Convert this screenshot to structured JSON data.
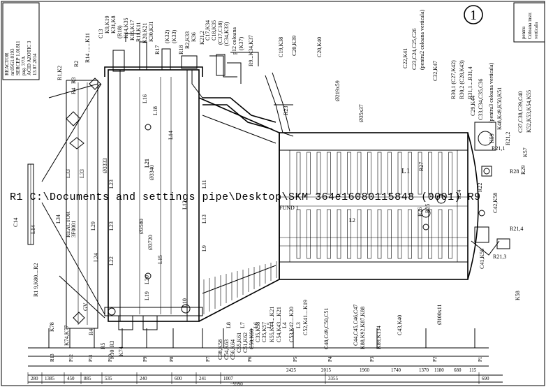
{
  "title_block": {
    "lines": [
      "REACTOR",
      "nr.05G1.0193",
      "SERCEP 1.01811",
      "pag. 7/7A",
      "ACID AZOTIC 3",
      "13.07.2014"
    ]
  },
  "sheet_number": "1",
  "top_right_note": [
    "pentru",
    "Coloana instr.",
    "verticala"
  ],
  "path_overlay": "R1 C:\\Documents and settings pipe\\Desktop\\SKM 364e16080115848 (0001) R9",
  "labels": {
    "top": [
      "R14 .......K11",
      "C13",
      "K9,K19",
      "K31,K8",
      "(R18)",
      "K14,K35",
      "K16,K17",
      "R11,K11",
      "K20,K21",
      "K30,K31",
      "R17",
      "(K32)",
      "(K33)",
      "R18",
      "R2,K33",
      "K36",
      "K21,2",
      "C17,K34",
      "C18,K35",
      "(C17,C18)",
      "(C34,K33)",
      "p12 coloana",
      "(K37)",
      "R9...K34,K37",
      "C19,K38",
      "C20,K39",
      "C20,K40",
      "C22,K41",
      "C23,C24,C25,C26",
      "(pentru2 coloana verticala)",
      "C32,K47",
      "R30,1 (C27,K42)",
      "R30,2 (C28,K43)",
      "R31,1....R31,4",
      "C29,K44",
      "C33,C34,C35,C36",
      "(pentru3 coloana verticala)",
      "K48,K49,K50,K51",
      "C37,C38,C39,C40",
      "K52,K53,K54,K55"
    ],
    "left": [
      "R1,K2",
      "R2",
      "R3",
      "R4",
      "L33",
      "L33",
      "L34",
      "C14",
      "L14",
      "R1 9,K80....R2",
      "REACTOR",
      "3F0001",
      "L29",
      "L24",
      "L22",
      "L23",
      "L23",
      "L21",
      "GV",
      "K78",
      "K74,K77",
      "R4",
      "R5",
      "R3",
      "R10",
      "K74"
    ],
    "middle": [
      "Ø3333",
      "Ø3580",
      "Ø3720",
      "Ø3340",
      "L18",
      "L16",
      "L14",
      "L21",
      "L20",
      "L19",
      "L15",
      "L13",
      "L12",
      "L11",
      "L10",
      "L9",
      "R23",
      "Ø219x59",
      "Ø35x37",
      "L1",
      "L2",
      "R27",
      "R26",
      "R25",
      "R24",
      "R22",
      "R21,1",
      "R21,2",
      "R21,3",
      "R21,4",
      "R28",
      "R29",
      "K57",
      "K58",
      "K59",
      "C41,K56",
      "C42,K58",
      "Ø100x11",
      "FUND 1"
    ],
    "bottom_rotated": [
      "C38,K58",
      "C54,K63",
      "C56,K64",
      "C55,K61",
      "C51,K62",
      "C50,K60",
      "C35,K58",
      "C35,K57",
      "K55,K44....K21",
      "C54,K43....K21",
      "C53,K42....K20",
      "C52,K41....K19",
      "C48,C49,C50,C51",
      "C44,C45,C46,C47",
      "K88,K92,K87,K88",
      "K89,K134",
      "C43,K40",
      "L8",
      "L7",
      "L6",
      "L5",
      "L4",
      "L3"
    ],
    "bottom_markers": [
      "R13",
      "P12",
      "P11",
      "P10",
      "P9",
      "P8",
      "P7",
      "P6",
      "P5",
      "P4",
      "P3",
      "P2",
      "P1"
    ]
  },
  "dimensions": {
    "segments": [
      "280",
      "1385",
      "450",
      "885",
      "535",
      "240",
      "600",
      "241",
      "1007",
      "3355",
      "690"
    ],
    "total": "~9990",
    "sub": [
      "2425",
      "2015",
      "1960",
      "1740",
      "1370",
      "1180",
      "680",
      "115"
    ]
  }
}
